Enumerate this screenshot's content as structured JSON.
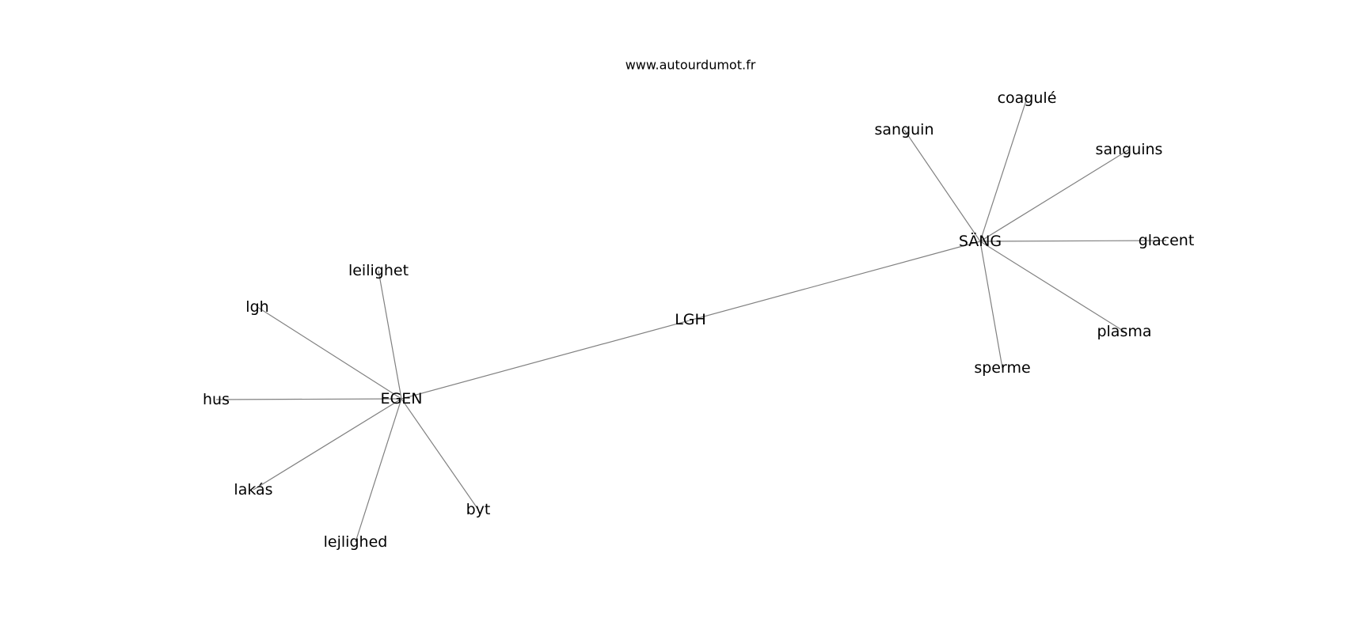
{
  "watermark": "www.autourdumot.fr",
  "colors": {
    "edge": "#808080",
    "label": "#000000",
    "background": "#ffffff"
  },
  "nodes": [
    {
      "id": "lgh_center",
      "label": "LGH"
    },
    {
      "id": "egen",
      "label": "EGEN"
    },
    {
      "id": "sang",
      "label": "SÄNG"
    },
    {
      "id": "leilighet",
      "label": "leilighet"
    },
    {
      "id": "lgh",
      "label": "lgh"
    },
    {
      "id": "hus",
      "label": "hus"
    },
    {
      "id": "lakas",
      "label": "lakás"
    },
    {
      "id": "lejlighed",
      "label": "lejlighed"
    },
    {
      "id": "byt",
      "label": "byt"
    },
    {
      "id": "sanguin",
      "label": "sanguin"
    },
    {
      "id": "coagule",
      "label": "coagulé"
    },
    {
      "id": "sanguins",
      "label": "sanguins"
    },
    {
      "id": "glacent",
      "label": "glacent"
    },
    {
      "id": "plasma",
      "label": "plasma"
    },
    {
      "id": "sperme",
      "label": "sperme"
    }
  ],
  "edges": [
    [
      "egen",
      "sang"
    ],
    [
      "egen",
      "leilighet"
    ],
    [
      "egen",
      "lgh"
    ],
    [
      "egen",
      "hus"
    ],
    [
      "egen",
      "lakas"
    ],
    [
      "egen",
      "lejlighed"
    ],
    [
      "egen",
      "byt"
    ],
    [
      "sang",
      "sanguin"
    ],
    [
      "sang",
      "coagule"
    ],
    [
      "sang",
      "sanguins"
    ],
    [
      "sang",
      "glacent"
    ],
    [
      "sang",
      "plasma"
    ],
    [
      "sang",
      "sperme"
    ]
  ]
}
